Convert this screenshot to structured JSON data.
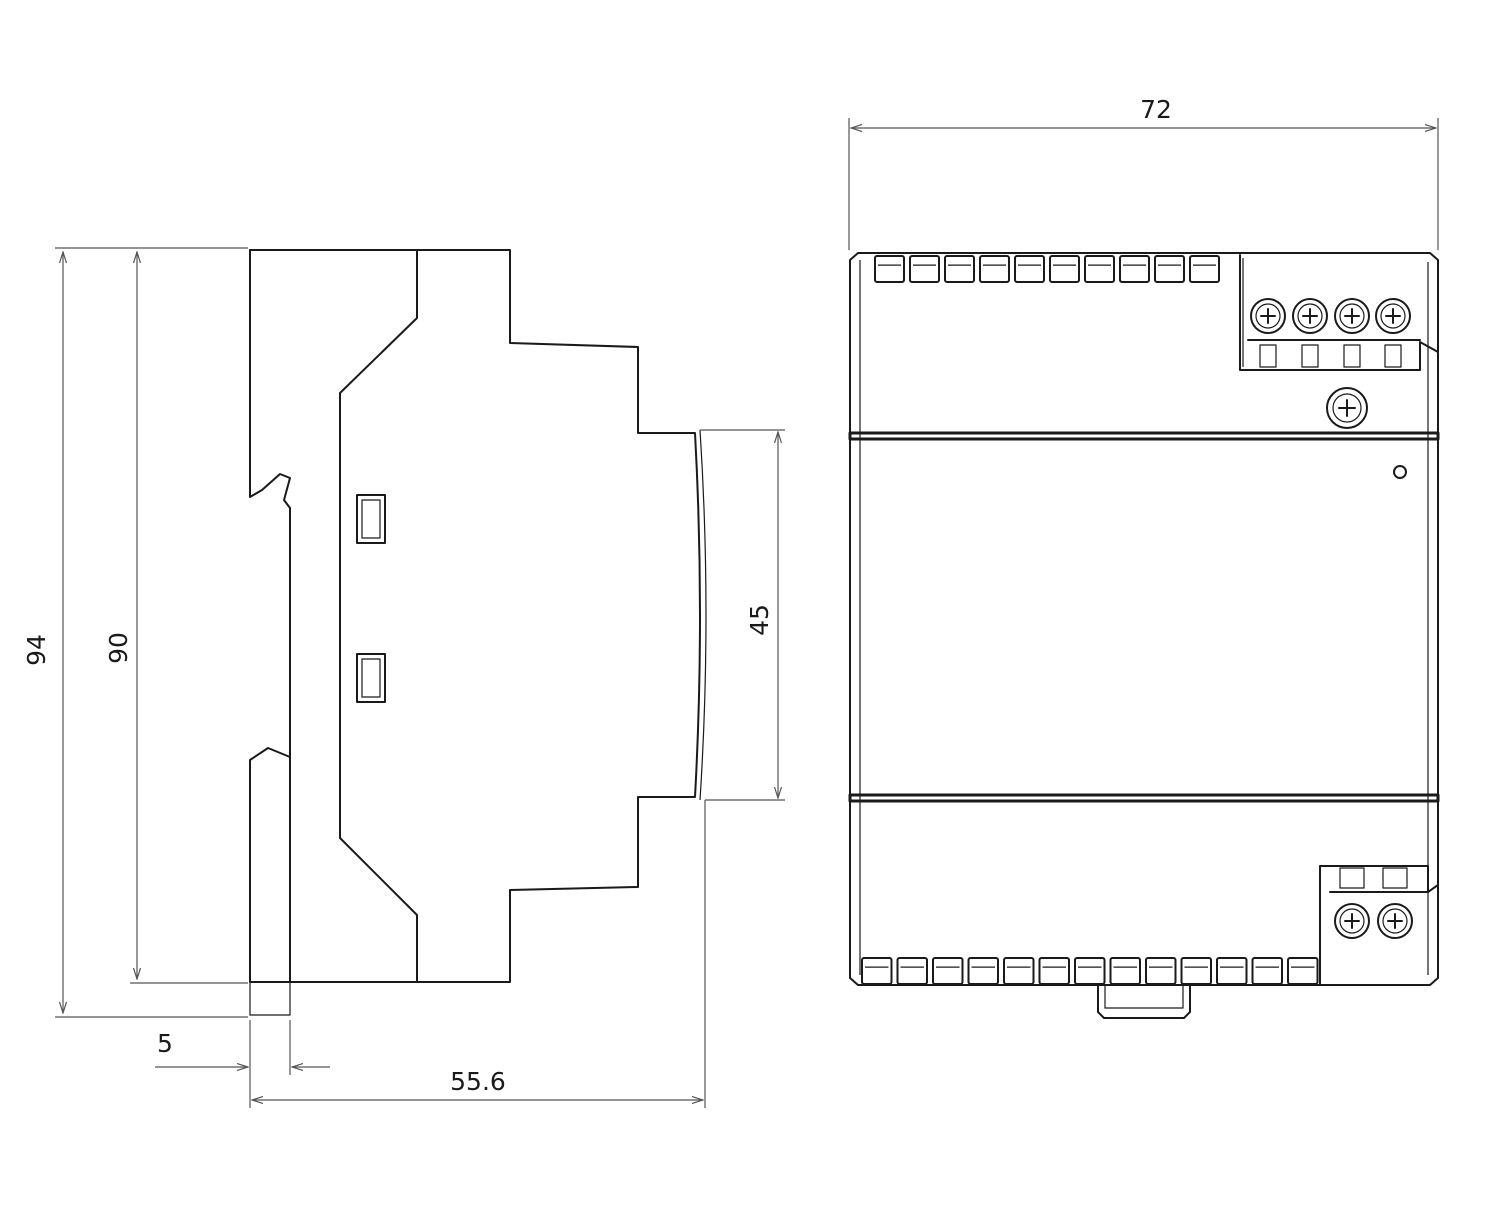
{
  "dimensions": {
    "total_height": "94",
    "body_height": "90",
    "rail_offset": "5",
    "depth": "55.6",
    "front_step_height": "45",
    "width": "72"
  },
  "colors": {
    "line": "#1a1a1a",
    "dimension_line": "#555555",
    "background": "#ffffff"
  }
}
